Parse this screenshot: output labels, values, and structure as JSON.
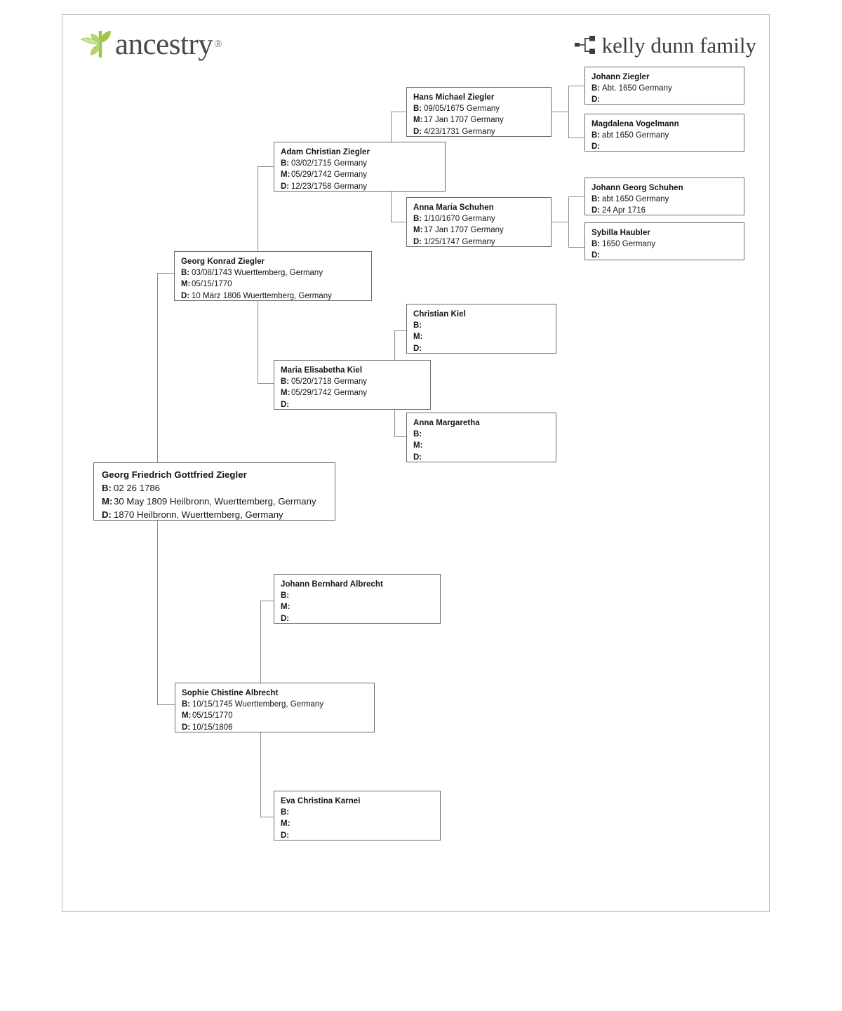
{
  "header": {
    "logo_text": "ancestry",
    "logo_tm": "®",
    "logo_icon": "ancestry-leaf-icon",
    "tree_icon": "family-tree-icon",
    "tree_name": "kelly dunn family"
  },
  "labels": {
    "birth": "B:",
    "marriage": "M:",
    "death": "D:"
  },
  "people": {
    "georg_friedrich": {
      "name": "Georg Friedrich Gottfried Ziegler",
      "birth": "02 26 1786",
      "marriage": "30 May 1809 Heilbronn, Wuerttemberg, Germany",
      "death": "1870 Heilbronn, Wuerttemberg, Germany"
    },
    "georg_konrad": {
      "name": "Georg Konrad Ziegler",
      "birth": "03/08/1743 Wuerttemberg, Germany",
      "marriage": "05/15/1770",
      "death": "10 März 1806 Wuerttemberg, Germany"
    },
    "sophie_chistine": {
      "name": "Sophie Chistine Albrecht",
      "birth": "10/15/1745 Wuerttemberg, Germany",
      "marriage": "05/15/1770",
      "death": "10/15/1806"
    },
    "adam_christian": {
      "name": "Adam Christian Ziegler",
      "birth": "03/02/1715 Germany",
      "marriage": "05/29/1742 Germany",
      "death": "12/23/1758 Germany"
    },
    "maria_elisabetha": {
      "name": "Maria Elisabetha Kiel",
      "birth": "05/20/1718 Germany",
      "marriage": "05/29/1742 Germany",
      "death": ""
    },
    "johann_bernhard": {
      "name": "Johann Bernhard Albrecht",
      "birth": "",
      "marriage": "",
      "death": ""
    },
    "eva_christina": {
      "name": "Eva Christina Karnei",
      "birth": "",
      "marriage": "",
      "death": ""
    },
    "hans_michael": {
      "name": "Hans Michael Ziegler",
      "birth": "09/05/1675 Germany",
      "marriage": "17 Jan 1707 Germany",
      "death": "4/23/1731 Germany"
    },
    "anna_maria": {
      "name": "Anna Maria Schuhen",
      "birth": "1/10/1670 Germany",
      "marriage": "17 Jan 1707 Germany",
      "death": "1/25/1747 Germany"
    },
    "christian_kiel": {
      "name": "Christian Kiel",
      "birth": "",
      "marriage": "",
      "death": ""
    },
    "anna_margaretha": {
      "name": "Anna Margaretha",
      "birth": "",
      "marriage": "",
      "death": ""
    },
    "johann_ziegler": {
      "name": "Johann Ziegler",
      "birth": "Abt. 1650 Germany",
      "death": ""
    },
    "magdalena_vogelmann": {
      "name": "Magdalena Vogelmann",
      "birth": "abt 1650 Germany",
      "death": ""
    },
    "johann_georg_schuhen": {
      "name": "Johann Georg Schuhen",
      "birth": "abt 1650 Germany",
      "death": "24 Apr 1716"
    },
    "sybilla_haubler": {
      "name": "Sybilla Haubler",
      "birth": "1650 Germany",
      "death": ""
    }
  },
  "colors": {
    "leaf_green": "#9ec54a",
    "logo_gray": "#4a4a4a",
    "box_border": "#6b6b6b",
    "line_gray": "#8a8a8a",
    "paper_border": "#b9b9b9"
  }
}
